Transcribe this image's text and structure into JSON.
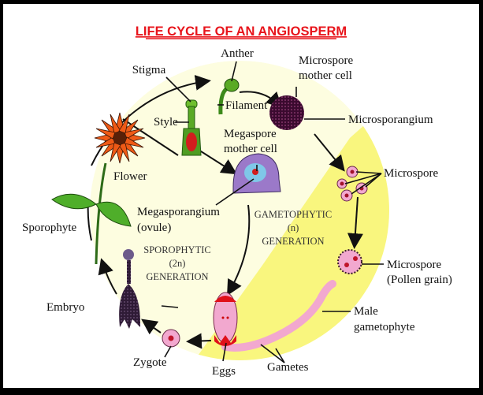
{
  "title": "LIFE CYCLE OF AN ANGIOSPERM",
  "labels": {
    "anther": "Anther",
    "stigma": "Stigma",
    "filament": "Filament",
    "style": "Style",
    "microspore_mother_cell": [
      "Microspore",
      "mother cell"
    ],
    "microsporangium": "Microsporangium",
    "megaspore_mother_cell": [
      "Megaspore",
      "mother cell"
    ],
    "flower": "Flower",
    "microspore": "Microspore",
    "megasporangium": [
      "Megasporangium",
      "(ovule)"
    ],
    "sporophyte": "Sporophyte",
    "pollen_grain": [
      "Microspore",
      "(Pollen grain)"
    ],
    "embryo": "Embryo",
    "male_gametophyte": [
      "Male",
      "gametophyte"
    ],
    "zygote": "Zygote",
    "eggs": "Eggs",
    "gametes": "Gametes"
  },
  "generations": {
    "sporophytic": [
      "SPOROPHYTIC",
      "(2n)",
      "GENERATION"
    ],
    "gametophytic": [
      "GAMETOPHYTIC",
      "(n)",
      "GENERATION"
    ]
  },
  "colors": {
    "title": "#e8141b",
    "sporophytic_bg": "#fdfde0",
    "gametophytic_bg": "#f9f67e",
    "flower": "#ef5a16",
    "leaf": "#4fae2a",
    "microsporangium": "#4a0f3a",
    "megasporangium": "#9b79c9",
    "pink_cell": "#f2a8cf",
    "egg_red": "#e0101a"
  }
}
